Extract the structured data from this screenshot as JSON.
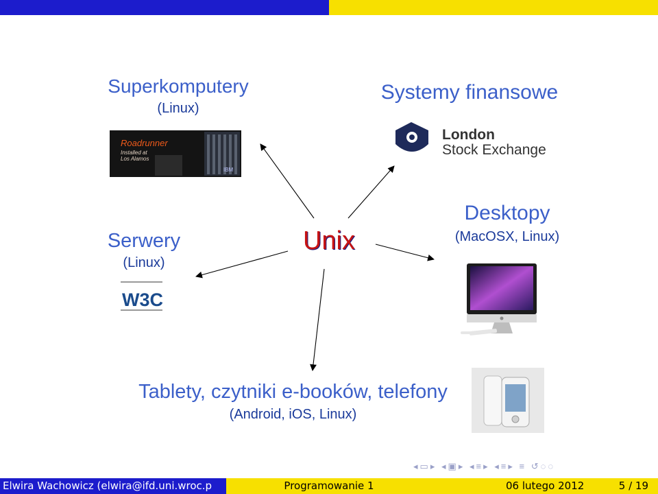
{
  "center": "Unix",
  "nodes": {
    "superkomputery": {
      "title": "Superkomputery",
      "sub": "(Linux)",
      "image_text": [
        "Roadrunner",
        "Installed at",
        "Los Alamos",
        "IBM"
      ]
    },
    "finanse": {
      "title": "Systemy finansowe",
      "logo_line1": "London",
      "logo_line2": "Stock Exchange"
    },
    "serwery": {
      "title": "Serwery",
      "sub": "(Linux)",
      "logo": "W3C"
    },
    "desktopy": {
      "title": "Desktopy",
      "sub": "(MacOSX, Linux)"
    },
    "tablety": {
      "title": "Tablety, czytniki e-booków, telefony",
      "sub": "(Android, iOS, Linux)"
    }
  },
  "footer": {
    "author": "Elwira Wachowicz (elwira@ifd.uni.wroc.p",
    "course": "Programowanie 1",
    "date": "06 lutego 2012",
    "page": "5 / 19"
  },
  "nav_icons": [
    "nav-prev-frame-icon",
    "nav-next-frame-icon",
    "nav-prev-slide-icon",
    "nav-next-slide-icon",
    "nav-prev-section-icon",
    "nav-next-section-icon",
    "nav-search-icon"
  ],
  "colors": {
    "title": "#3b5fc9",
    "center": "#c81414",
    "bar_blue": "#1c1ccc",
    "bar_yellow": "#f7e000"
  }
}
